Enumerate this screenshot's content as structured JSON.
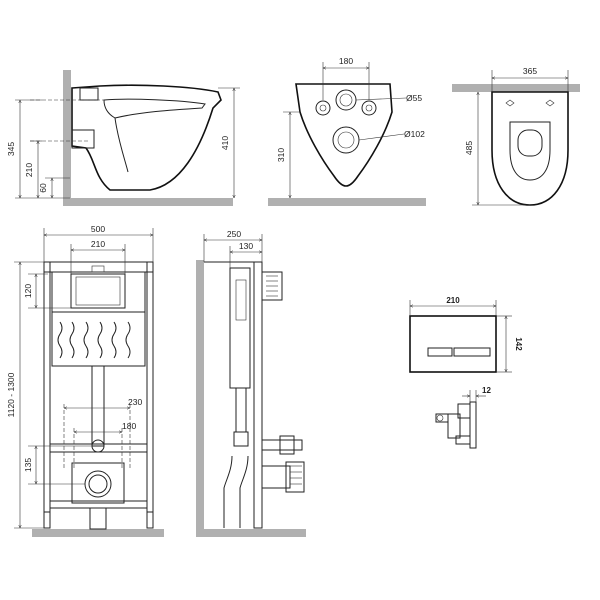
{
  "dimensions": {
    "wc_side_height_rim": "345",
    "wc_side_height_outlet": "210",
    "wc_side_height_base": "60",
    "wc_side_height_top": "410",
    "wc_front_width": "180",
    "wc_front_height": "310",
    "wc_front_hole_small": "Ø55",
    "wc_front_hole_large": "Ø102",
    "wc_top_width": "365",
    "wc_top_length": "485",
    "frame_width": "500",
    "frame_inner_width": "210",
    "frame_height": "1120 - 1300",
    "frame_top_offset": "120",
    "frame_studs": "230",
    "frame_bolts": "180",
    "frame_outlet_height": "135",
    "frame_side_depth": "250",
    "frame_side_inner": "130",
    "plate_width": "210",
    "plate_height": "142",
    "plate_depth": "12"
  },
  "colors": {
    "line": "#222222",
    "wall": "#b0b0b0",
    "background": "#ffffff"
  }
}
